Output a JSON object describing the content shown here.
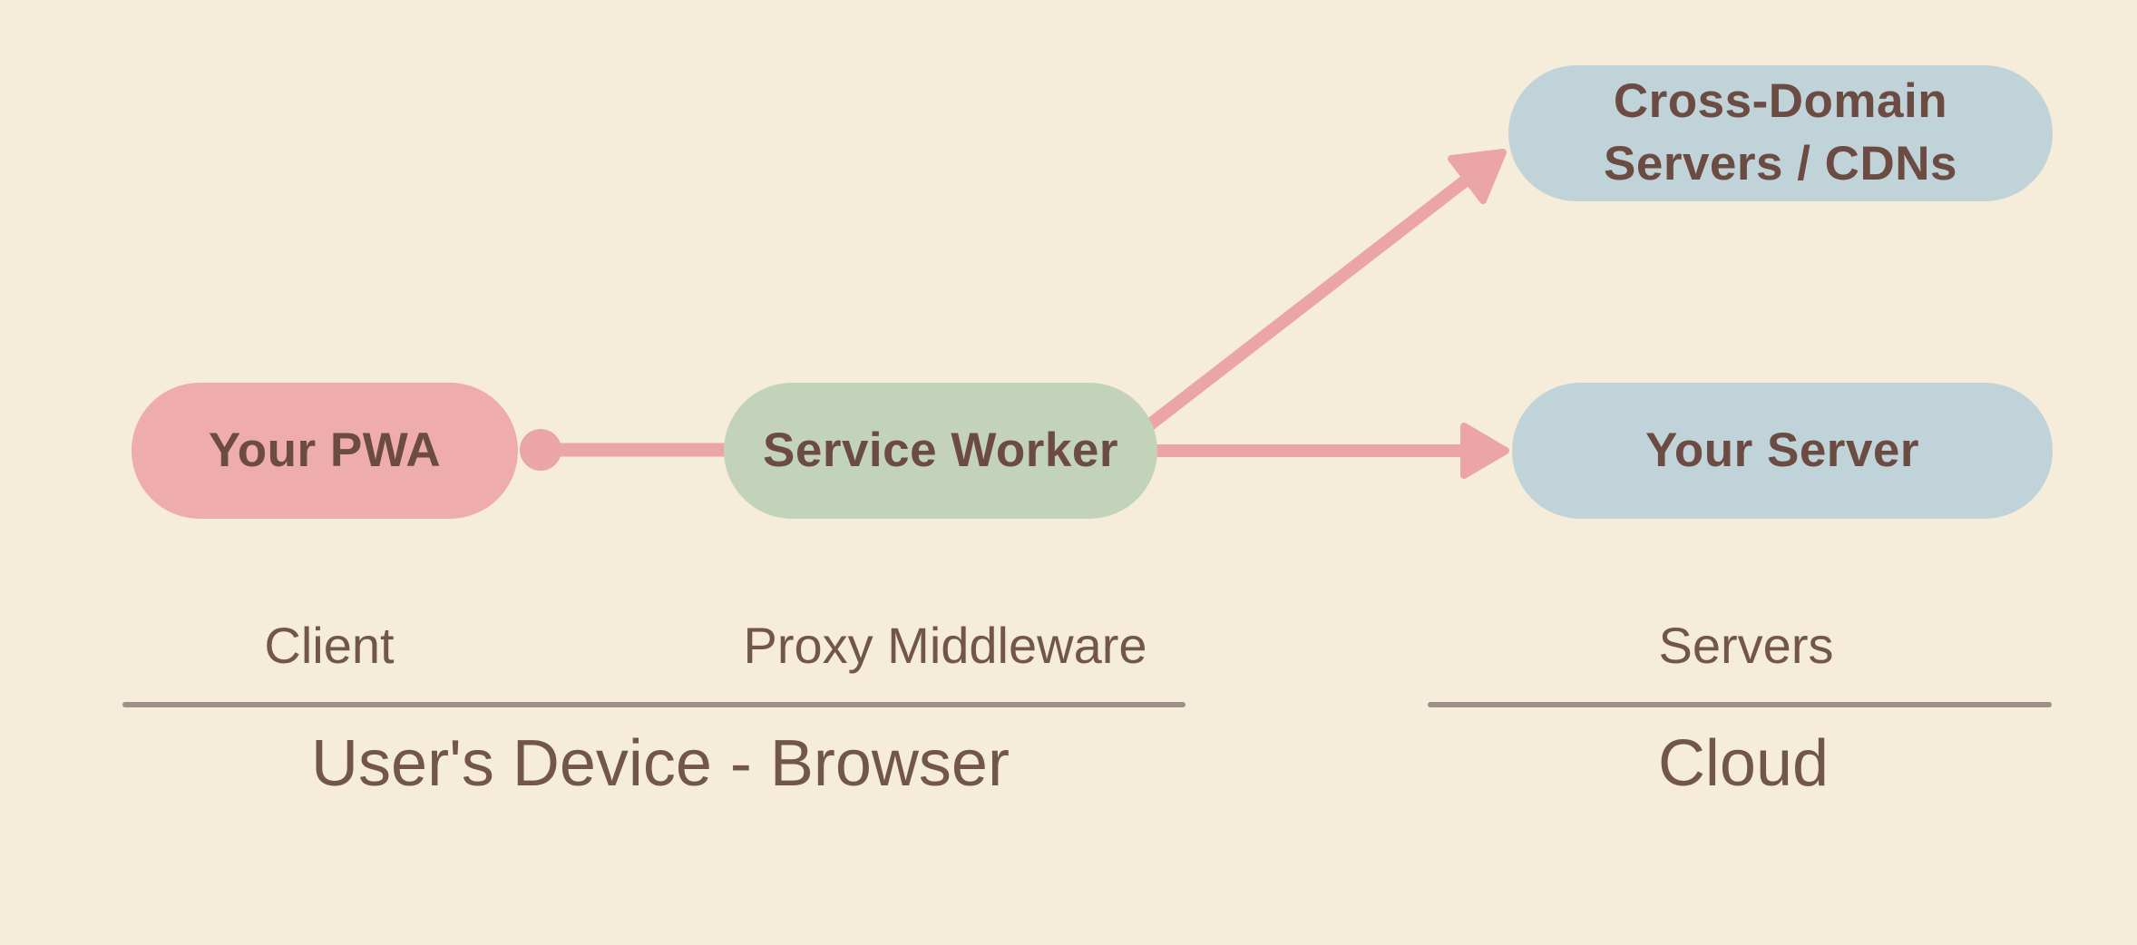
{
  "diagram": {
    "nodes": {
      "pwa": {
        "label": "Your PWA"
      },
      "service_worker": {
        "label": "Service Worker"
      },
      "cross_domain": {
        "label_lines": [
          "Cross-Domain",
          "Servers / CDNs"
        ]
      },
      "your_server": {
        "label": "Your Server"
      }
    },
    "role_labels": {
      "client": "Client",
      "proxy": "Proxy Middleware",
      "servers": "Servers"
    },
    "zone_labels": {
      "device": "User's Device - Browser",
      "cloud": "Cloud"
    },
    "connectors": [
      {
        "from": "Your PWA",
        "to": "Service Worker",
        "style": "dot-line"
      },
      {
        "from": "Service Worker",
        "to": "Cross-Domain Servers / CDNs",
        "style": "arrow"
      },
      {
        "from": "Service Worker",
        "to": "Your Server",
        "style": "arrow"
      }
    ],
    "colors": {
      "background": "#f5ecda",
      "pwa_fill": "#eeacab",
      "service_worker_fill": "#c3d3b9",
      "server_fill": "#c0d3d9",
      "arrow": "#eaa5a4",
      "node_text": "#6b4b42",
      "label_text": "#73564b",
      "divider": "#9e8f88"
    }
  }
}
